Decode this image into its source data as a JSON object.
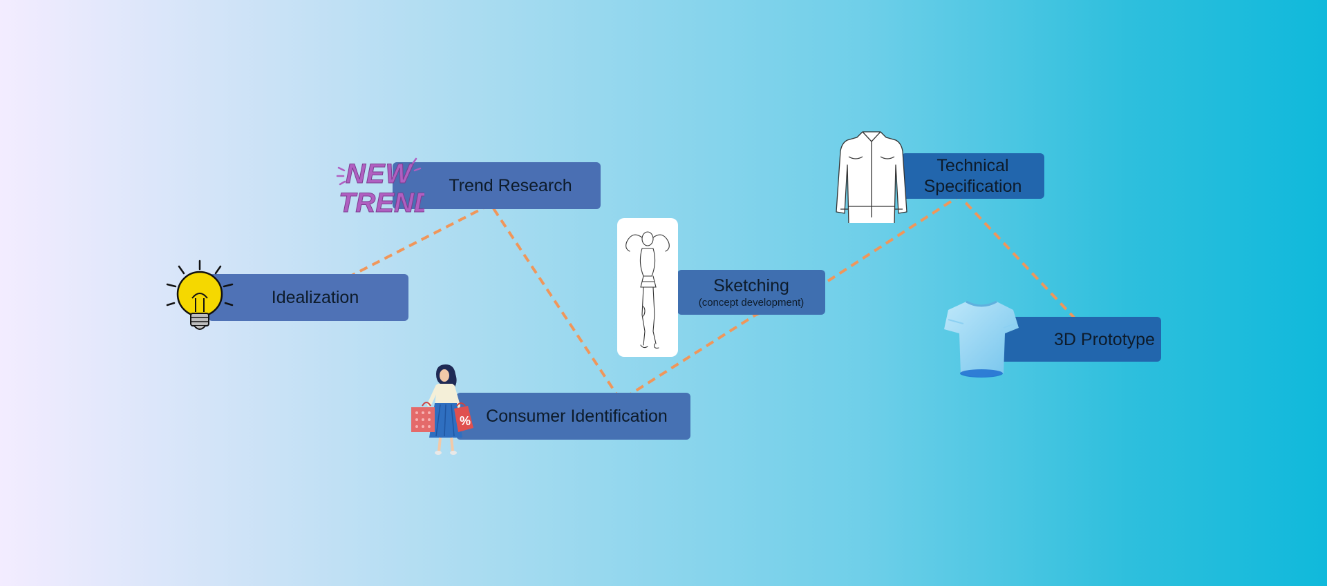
{
  "steps": [
    {
      "id": "idealization",
      "label": "Idealization",
      "icon": "lightbulb-icon"
    },
    {
      "id": "trend",
      "label": "Trend Research",
      "icon": "new-trend-sticker-icon",
      "sticker": [
        "NEW",
        "TREND"
      ]
    },
    {
      "id": "consumer",
      "label": "Consumer Identification",
      "icon": "shopper-woman-icon"
    },
    {
      "id": "sketching",
      "label": "Sketching",
      "sublabel": "(concept development)",
      "icon": "fashion-sketch-icon"
    },
    {
      "id": "techspec",
      "label_lines": [
        "Technical",
        "Specification"
      ],
      "icon": "jacket-flat-sketch-icon"
    },
    {
      "id": "prototype",
      "label": "3D Prototype",
      "icon": "tshirt-3d-icon"
    }
  ],
  "colors": {
    "box_primary": "#4a72b5",
    "box_dark": "#2266ad",
    "connector": "#f0965a",
    "sticker": "#b05fc1"
  }
}
